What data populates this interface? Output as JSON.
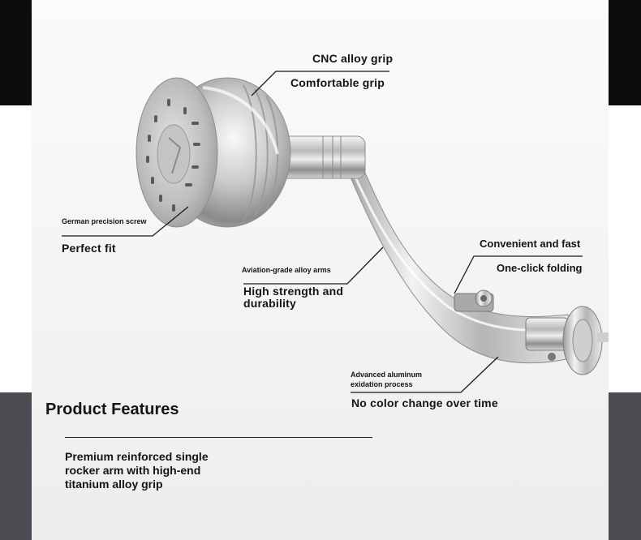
{
  "callouts": {
    "cnc_title": "CNC alloy grip",
    "cnc_subtitle": "Comfortable grip",
    "screw_title": "German precision screw",
    "screw_subtitle": "Perfect fit",
    "arm_title": "Aviation-grade alloy arms",
    "arm_subtitle": "High strength and durability",
    "folding_title": "Convenient and fast",
    "folding_subtitle": "One-click folding",
    "oxidation_title": "Advanced aluminum exidation process",
    "oxidation_subtitle": "No color change over time"
  },
  "features": {
    "title": "Product Features",
    "description": "Premium reinforced single rocker arm with high-end titanium alloy grip"
  },
  "colors": {
    "top_strip": "#0c0c0c",
    "bottom_band": "#4c4b52",
    "text": "#141414"
  }
}
